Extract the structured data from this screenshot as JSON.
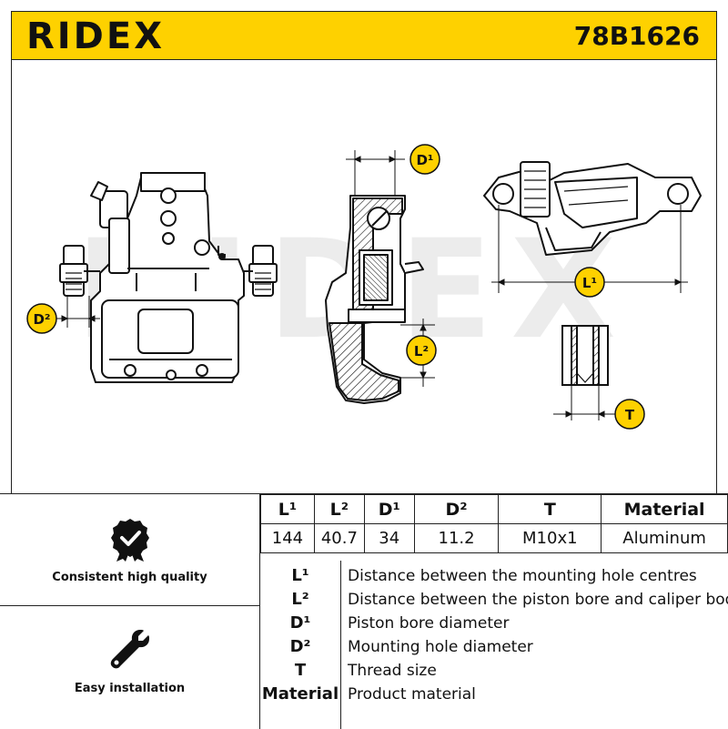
{
  "header": {
    "brand": "RIDEX",
    "part_number": "78B1626",
    "brand_color": "#fed100"
  },
  "drawing": {
    "watermark": "RIDEX",
    "dim_labels": {
      "d1": "D¹",
      "d2": "D²",
      "l1": "L¹",
      "l2": "L²",
      "t": "T"
    }
  },
  "features": {
    "quality": {
      "icon": "quality-badge-icon",
      "label": "Consistent high quality"
    },
    "install": {
      "icon": "wrench-icon",
      "label": "Easy installation"
    }
  },
  "specs": {
    "headers": [
      "L¹",
      "L²",
      "D¹",
      "D²",
      "T",
      "Material"
    ],
    "values": [
      "144",
      "40.7",
      "34",
      "11.2",
      "M10x1",
      "Aluminum"
    ]
  },
  "legend": [
    {
      "symbol": "L¹",
      "description": "Distance between the mounting hole centres"
    },
    {
      "symbol": "L²",
      "description": "Distance between the piston bore and caliper body"
    },
    {
      "symbol": "D¹",
      "description": "Piston bore diameter"
    },
    {
      "symbol": "D²",
      "description": "Mounting hole diameter"
    },
    {
      "symbol": "T",
      "description": "Thread size"
    },
    {
      "symbol": "Material",
      "description": "Product material"
    }
  ]
}
